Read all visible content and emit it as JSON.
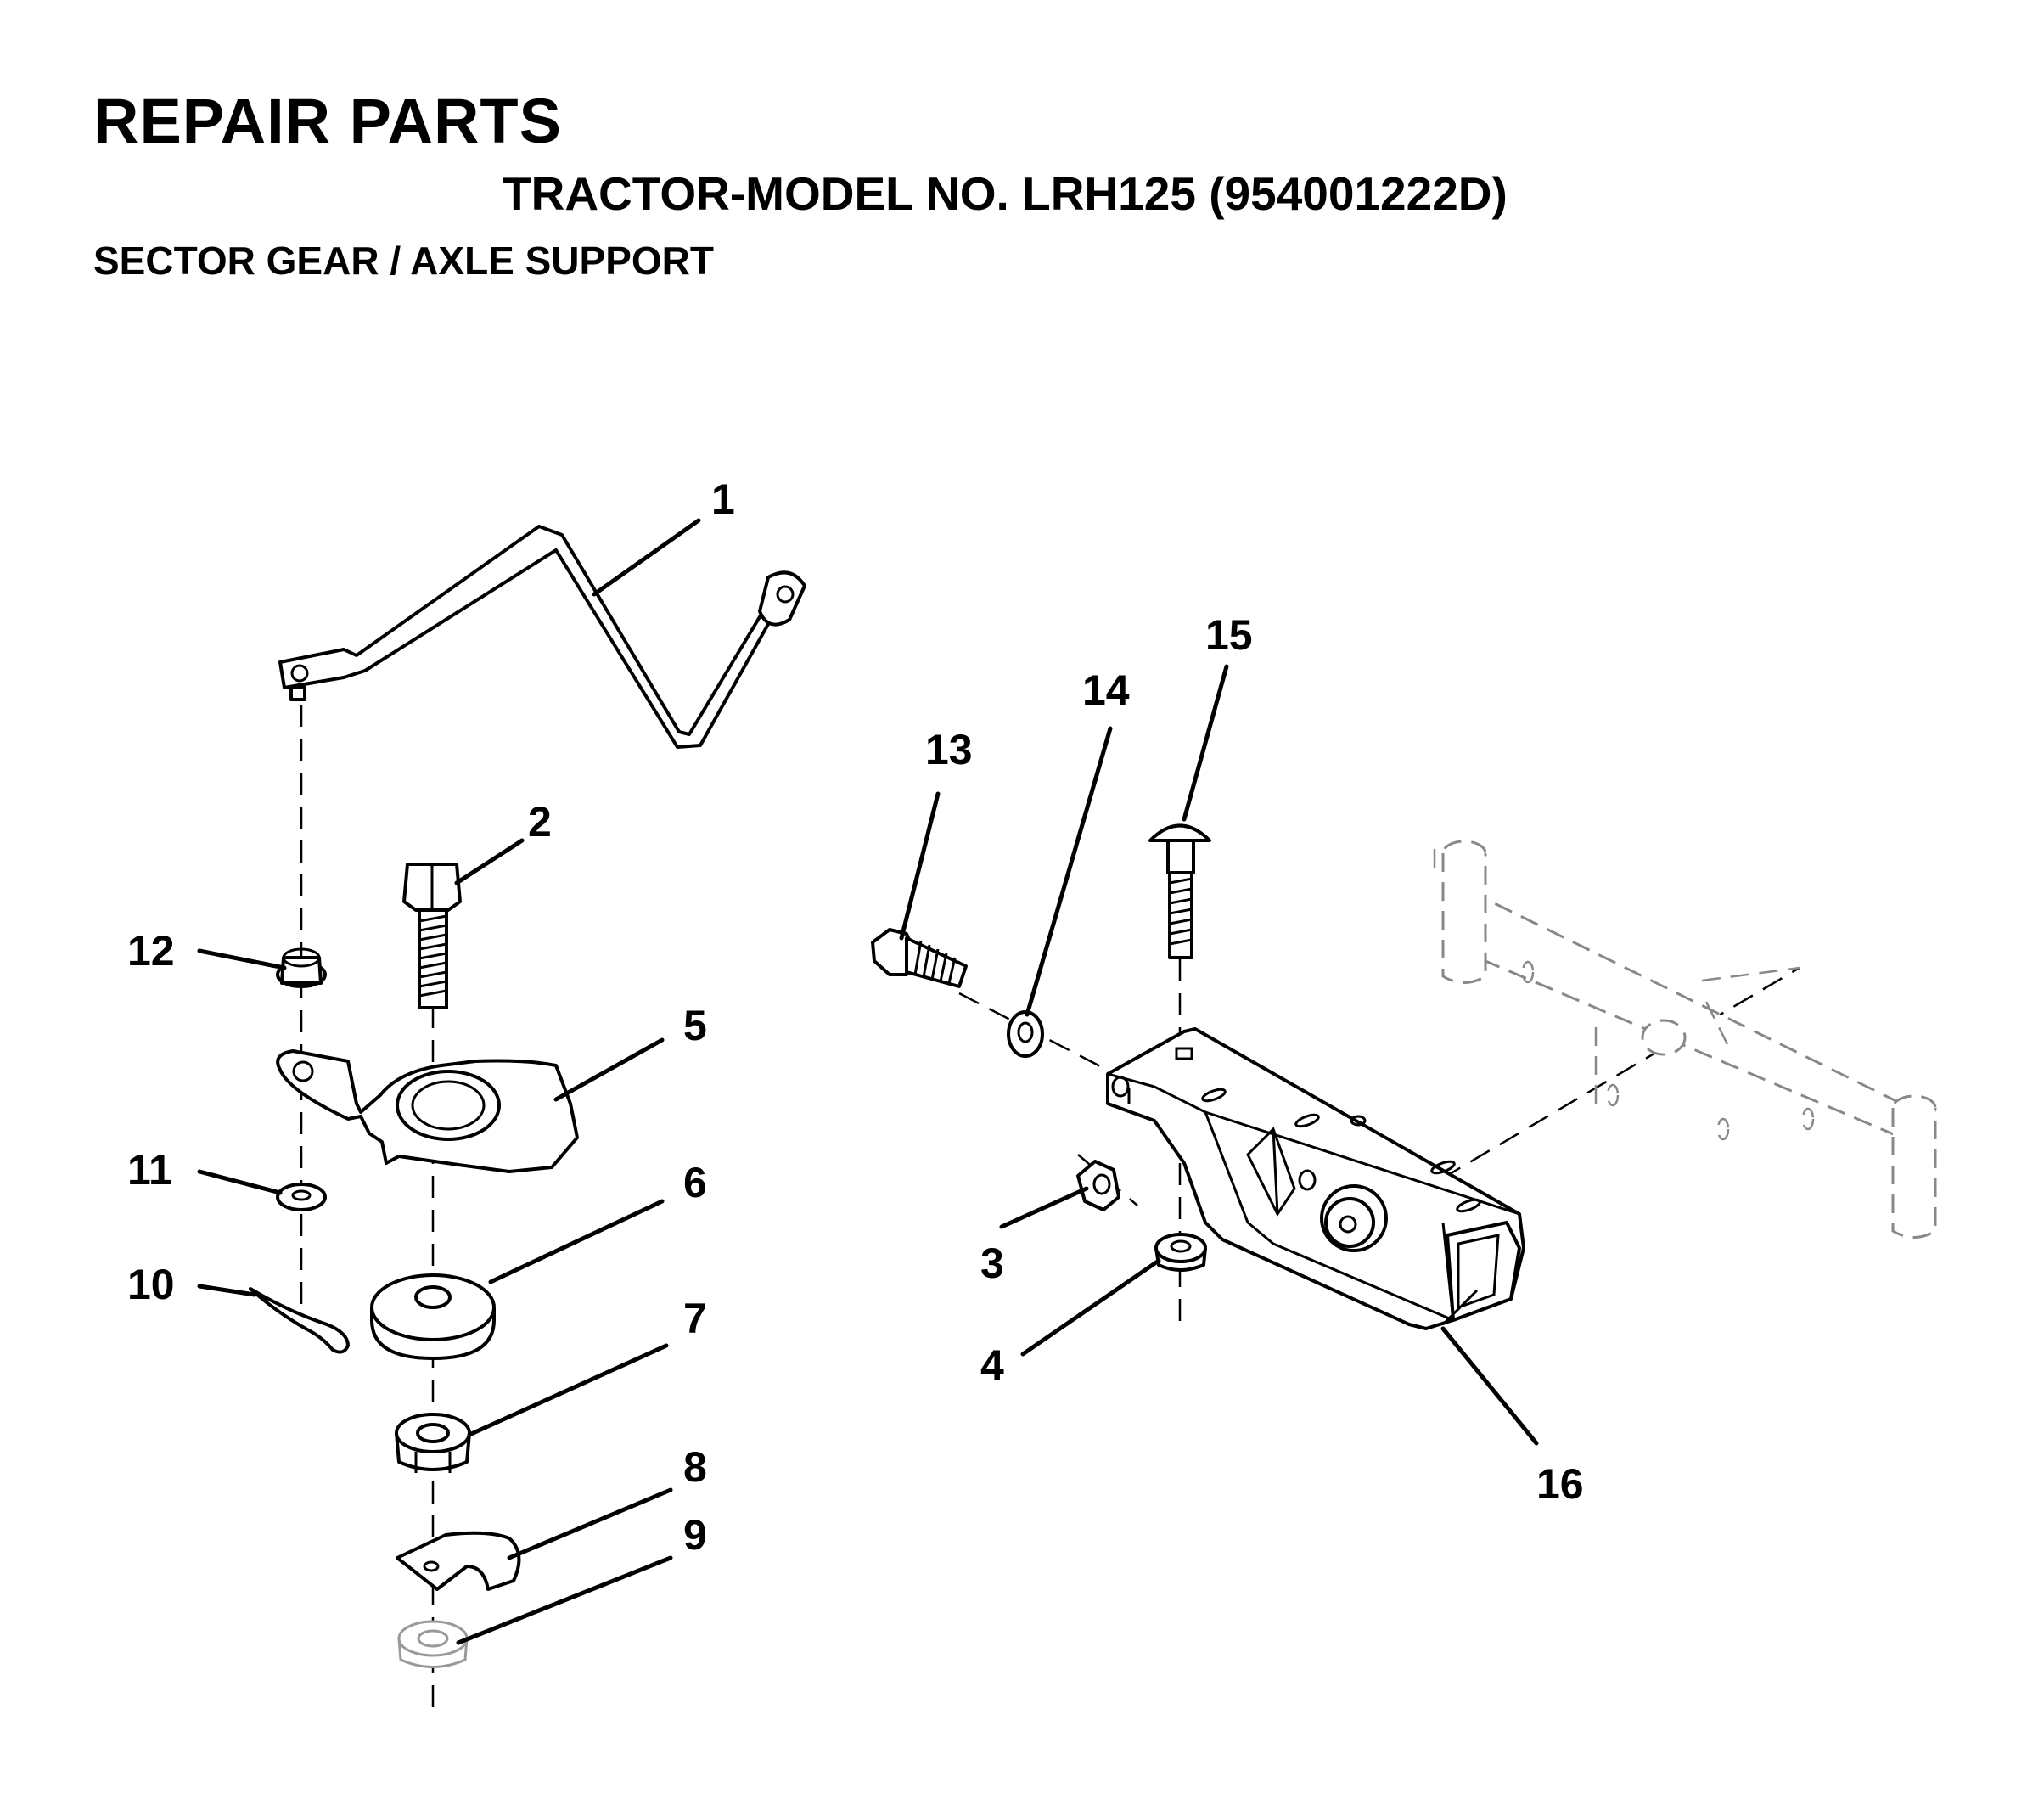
{
  "header": {
    "title": "REPAIR PARTS",
    "model": "TRACTOR-MODEL NO. LRH125 (954001222D)",
    "section": "SECTOR GEAR / AXLE SUPPORT"
  },
  "callouts": [
    "1",
    "2",
    "3",
    "4",
    "5",
    "6",
    "7",
    "8",
    "9",
    "10",
    "11",
    "12",
    "13",
    "14",
    "15",
    "16"
  ]
}
